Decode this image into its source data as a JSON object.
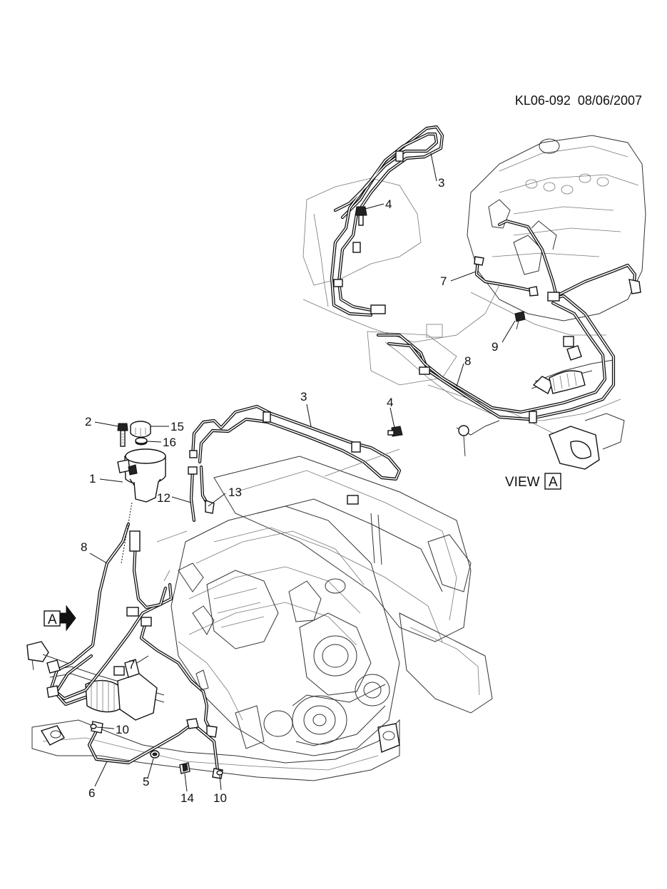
{
  "reference": {
    "code": "KL06-092",
    "date": "08/06/2007"
  },
  "view_label": {
    "text": "VIEW",
    "letter": "A"
  },
  "arrow_label": {
    "letter": "A"
  },
  "callouts": [
    {
      "id": "c3-top",
      "text": "3"
    },
    {
      "id": "c4-top",
      "text": "4"
    },
    {
      "id": "c7-top",
      "text": "7"
    },
    {
      "id": "c9",
      "text": "9"
    },
    {
      "id": "c8-top",
      "text": "8"
    },
    {
      "id": "c3-main",
      "text": "3"
    },
    {
      "id": "c4-main",
      "text": "4"
    },
    {
      "id": "c2",
      "text": "2"
    },
    {
      "id": "c15",
      "text": "15"
    },
    {
      "id": "c16",
      "text": "16"
    },
    {
      "id": "c1",
      "text": "1"
    },
    {
      "id": "c12",
      "text": "12"
    },
    {
      "id": "c13",
      "text": "13"
    },
    {
      "id": "c8-main",
      "text": "8"
    },
    {
      "id": "c7-main",
      "text": "7"
    },
    {
      "id": "c10-left",
      "text": "10"
    },
    {
      "id": "c6",
      "text": "6"
    },
    {
      "id": "c5",
      "text": "5"
    },
    {
      "id": "c14",
      "text": "14"
    },
    {
      "id": "c10-right",
      "text": "10"
    }
  ]
}
